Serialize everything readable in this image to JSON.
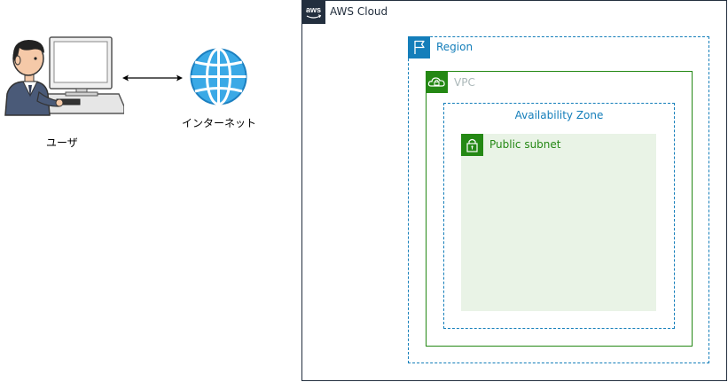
{
  "user": {
    "label": "ユーザ"
  },
  "internet": {
    "label": "インターネット",
    "icon": "globe-icon"
  },
  "connection": {
    "type": "bidirectional-arrow"
  },
  "aws_cloud": {
    "label": "AWS Cloud",
    "logo_text": "aws",
    "color": "#232f3e"
  },
  "region": {
    "label": "Region",
    "icon": "flag-icon",
    "color": "#147eba"
  },
  "vpc": {
    "label": "VPC",
    "icon": "cloud-lock-icon",
    "color": "#248814",
    "label_color": "#aab7b8"
  },
  "availability_zone": {
    "label": "Availability Zone",
    "color": "#147eba"
  },
  "public_subnet": {
    "label": "Public subnet",
    "icon": "lock-icon",
    "color": "#248814",
    "fill": "#e9f3e6"
  }
}
